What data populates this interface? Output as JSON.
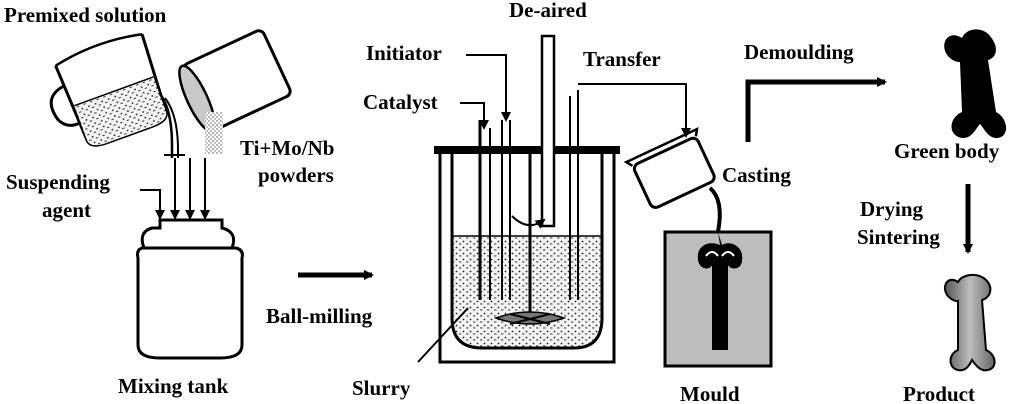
{
  "labels": {
    "premixed_solution": "Premixed solution",
    "powders_line1": "Ti+Mo/Nb",
    "powders_line2": "powders",
    "suspending_line1": "Suspending",
    "suspending_line2": "agent",
    "mixing_tank": "Mixing tank",
    "ball_milling": "Ball-milling",
    "initiator": "Initiator",
    "catalyst": "Catalyst",
    "de_aired": "De-aired",
    "transfer": "Transfer",
    "slurry": "Slurry",
    "casting": "Casting",
    "mould": "Mould",
    "demoulding": "Demoulding",
    "green_body": "Green body",
    "drying": "Drying",
    "sintering": "Sintering",
    "product": "Product"
  },
  "colors": {
    "ink": "#000000",
    "slurry_fill": "#e8e8e8",
    "powder_gray": "#888888",
    "product_gray": "#9a9a9a"
  }
}
